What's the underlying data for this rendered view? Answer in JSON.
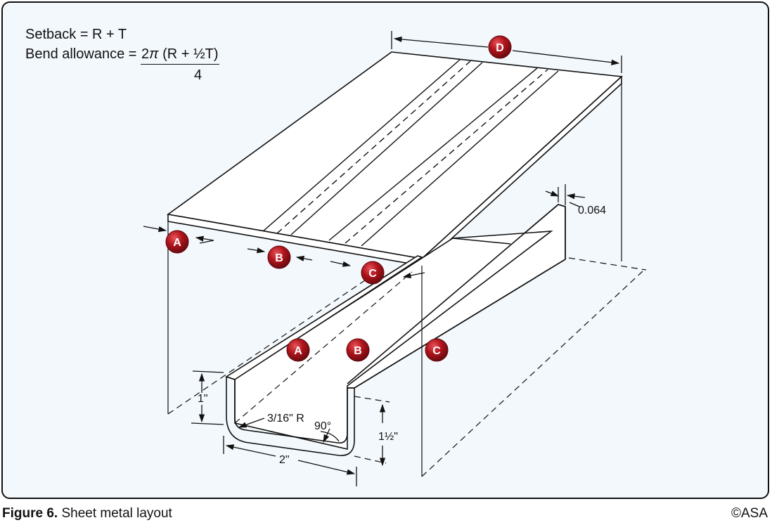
{
  "formulas": {
    "setback": "Setback = R + T",
    "bend_allowance_prefix": "Bend allowance = ",
    "bend_allowance_numerator_coef": "2",
    "pi_symbol": "π",
    "bend_allowance_numerator_rest": " (R + ½T)",
    "bend_allowance_denominator": "4"
  },
  "markers": {
    "A": "A",
    "B": "B",
    "C": "C",
    "D": "D"
  },
  "dimensions": {
    "thickness": "0.064",
    "radius": "3/16\" R",
    "angle": "90°",
    "flange_left": "1\"",
    "flange_right": "1½\"",
    "base_width": "2\""
  },
  "caption": {
    "label": "Figure 6.",
    "text": " Sheet metal layout",
    "copyright": "©ASA"
  },
  "colors": {
    "marker_fill": "#b0141c",
    "marker_dark": "#6e0a10",
    "frame_bg": "#f3f8fc",
    "line": "#111111"
  }
}
